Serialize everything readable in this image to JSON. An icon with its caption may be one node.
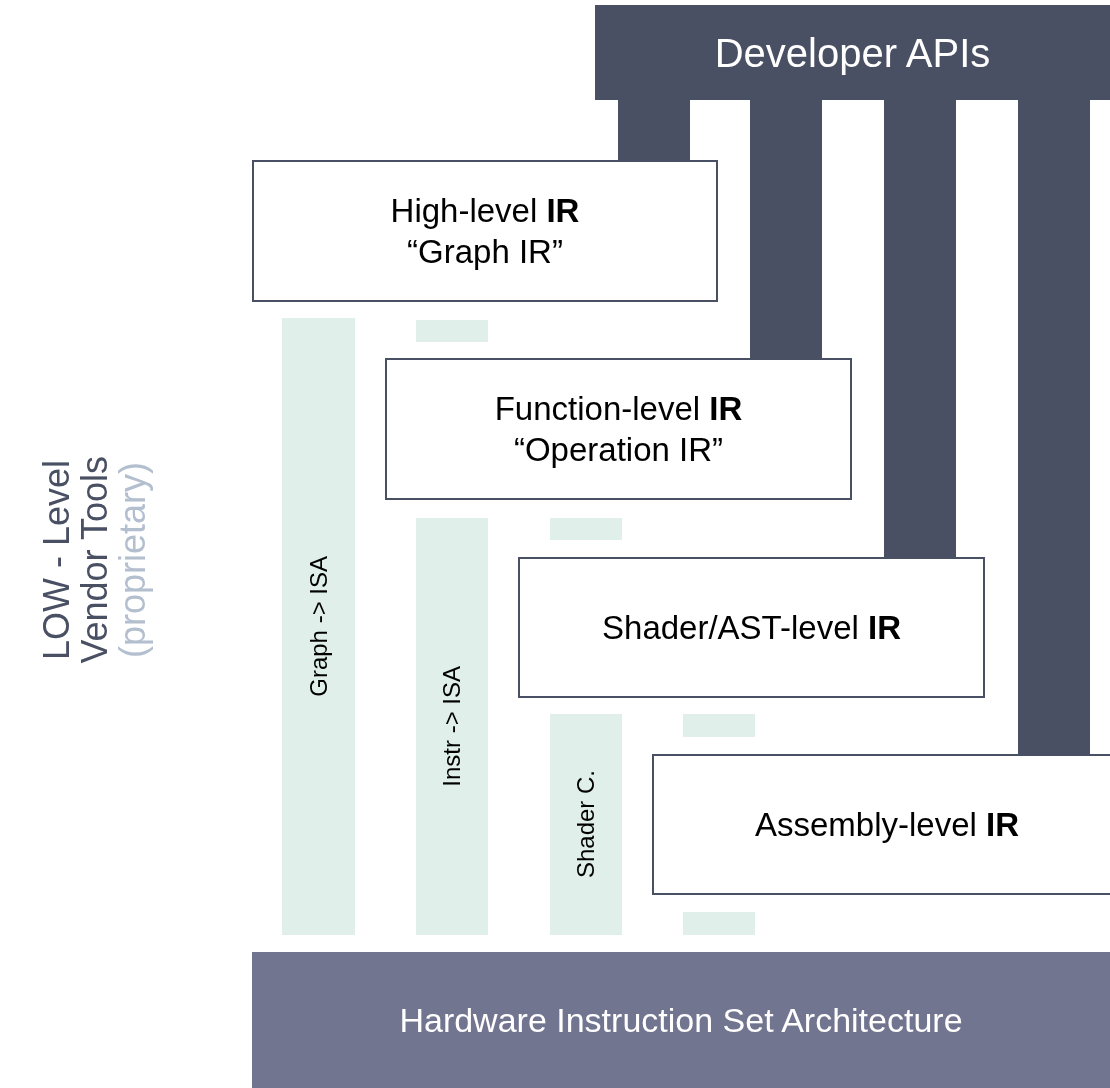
{
  "diagram": {
    "nodes": [
      {
        "text": [
          "Developer APIs"
        ]
      },
      {
        "text": [
          "High-level **IR**",
          "“Graph IR”"
        ]
      },
      {
        "text": [
          "Function-level **IR**",
          "“Operation IR”"
        ]
      },
      {
        "text": [
          "Shader/AST-level **IR**"
        ]
      },
      {
        "text": [
          "Assembly-level **IR**"
        ]
      },
      {
        "text": [
          "Hardware Instruction Set Architecture"
        ]
      },
      {
        "text": [
          "Graph -> ISA"
        ]
      },
      {
        "text": [
          "Instr -> ISA"
        ]
      },
      {
        "text": [
          "Shader C."
        ]
      },
      {
        "text": [],
        "shape": "bar"
      },
      {
        "text": [],
        "shape": "bar"
      },
      {
        "text": [],
        "shape": "bar"
      },
      {
        "text": [],
        "shape": "bar"
      }
    ],
    "edges": [
      {
        "from": 0,
        "to": 1,
        "arrow": "none"
      },
      {
        "from": 0,
        "to": 2,
        "arrow": "none"
      },
      {
        "from": 0,
        "to": 3,
        "arrow": "none"
      },
      {
        "from": 0,
        "to": 4,
        "arrow": "none"
      }
    ],
    "labels": [
      "LOW - Level",
      "Vendor Tools",
      "(proprietary)"
    ]
  }
}
